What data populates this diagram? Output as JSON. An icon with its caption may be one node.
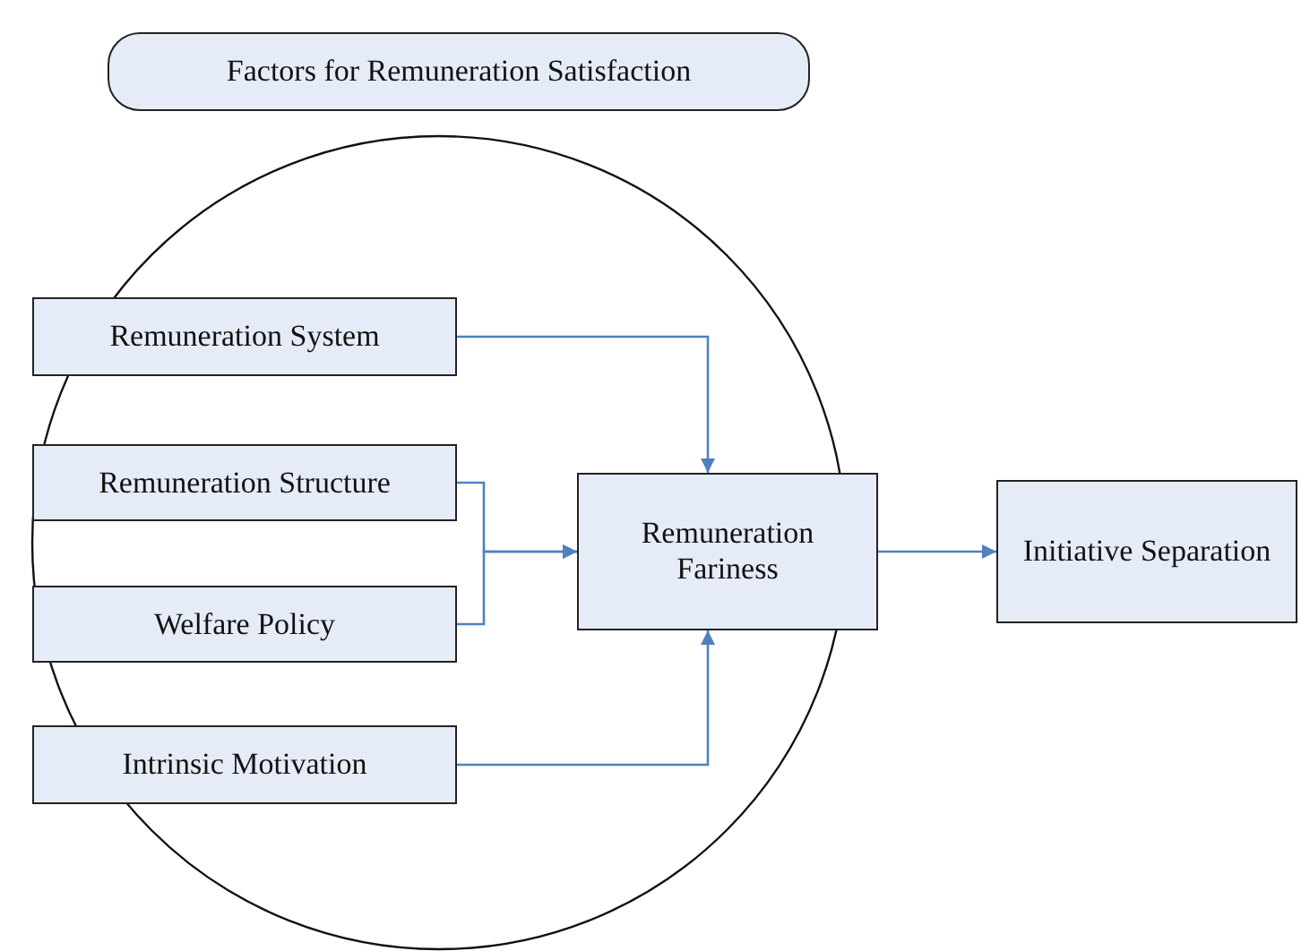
{
  "diagram": {
    "nodes": [
      {
        "text": [
          "Factors for Remuneration Satisfaction"
        ]
      },
      {
        "text": [],
        "shape": "circle"
      },
      {
        "text": [
          "Remuneration System"
        ],
        "in": 1
      },
      {
        "text": [
          "Remuneration Structure"
        ],
        "in": 1
      },
      {
        "text": [
          "Welfare Policy"
        ],
        "in": 1
      },
      {
        "text": [
          "Intrinsic Motivation"
        ],
        "in": 1
      },
      {
        "text": [
          "Remuneration Fariness"
        ]
      },
      {
        "text": [
          "Initiative Separation"
        ]
      }
    ],
    "edges": [
      {
        "from": 2,
        "to": 6,
        "arrow": "to"
      },
      {
        "from": 3,
        "to": 6,
        "arrow": "to"
      },
      {
        "from": 4,
        "to": 6,
        "arrow": "to"
      },
      {
        "from": 5,
        "to": 6,
        "arrow": "to"
      },
      {
        "from": 6,
        "to": 7,
        "arrow": "to"
      }
    ]
  }
}
